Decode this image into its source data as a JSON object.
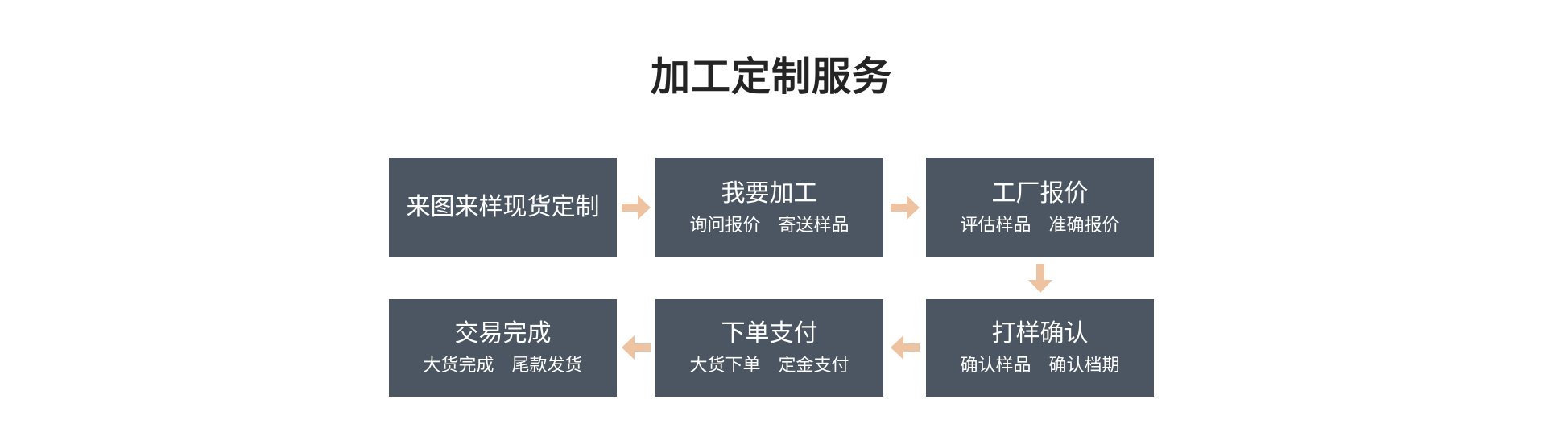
{
  "page": {
    "background_color": "#ffffff"
  },
  "header": {
    "title": "加工定制服务"
  },
  "colors": {
    "box_background": "#4c5662",
    "box_text": "#ffffff",
    "arrow": "#edc3a1",
    "title_text": "#242424"
  },
  "flow": {
    "steps": [
      {
        "title": "来图来样现货定制",
        "subtitle": ""
      },
      {
        "title": "我要加工",
        "subtitle": "询问报价　寄送样品"
      },
      {
        "title": "工厂报价",
        "subtitle": "评估样品　准确报价"
      },
      {
        "title": "打样确认",
        "subtitle": "确认样品　确认档期"
      },
      {
        "title": "下单支付",
        "subtitle": "大货下单　定金支付"
      },
      {
        "title": "交易完成",
        "subtitle": "大货完成　尾款发货"
      }
    ],
    "connectors": [
      {
        "from": 1,
        "to": 2,
        "direction": "right"
      },
      {
        "from": 2,
        "to": 3,
        "direction": "right"
      },
      {
        "from": 3,
        "to": 4,
        "direction": "down"
      },
      {
        "from": 4,
        "to": 5,
        "direction": "left"
      },
      {
        "from": 5,
        "to": 6,
        "direction": "left"
      }
    ]
  }
}
